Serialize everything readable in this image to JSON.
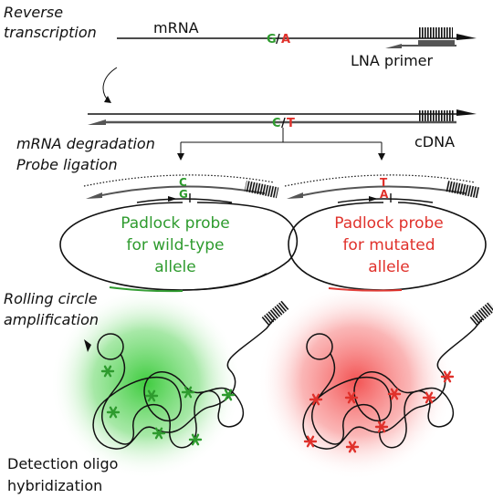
{
  "labels": {
    "reverse_transcription": "Reverse",
    "reverse_transcription_2": "transcription",
    "mrna": "mRNA",
    "lna_primer": "LNA primer",
    "cdna": "cDNA",
    "mrna_degradation": "mRNA degradation",
    "probe_ligation": "Probe ligation",
    "rolling_circle": "Rolling circle",
    "amplification": "amplification",
    "detection_oligo": "Detection oligo",
    "hybridization": "hybridization"
  },
  "bases": {
    "mrna_wt": "G",
    "slash": "/",
    "mrna_mut": "A",
    "cdna_wt": "C",
    "cdna_mut": "T",
    "wt_top": "C",
    "wt_bottom": "G",
    "mut_top": "T",
    "mut_bottom": "A"
  },
  "probes": {
    "wildtype_line1": "Padlock probe",
    "wildtype_line2": "for wild-type",
    "wildtype_line3": "allele",
    "mutant_line1": "Padlock probe",
    "mutant_line2": "for mutated",
    "mutant_line3": "allele"
  },
  "colors": {
    "wildtype": "#2e9b2e",
    "mutant": "#e0312b",
    "strand": "#111111",
    "primer": "#555555"
  }
}
